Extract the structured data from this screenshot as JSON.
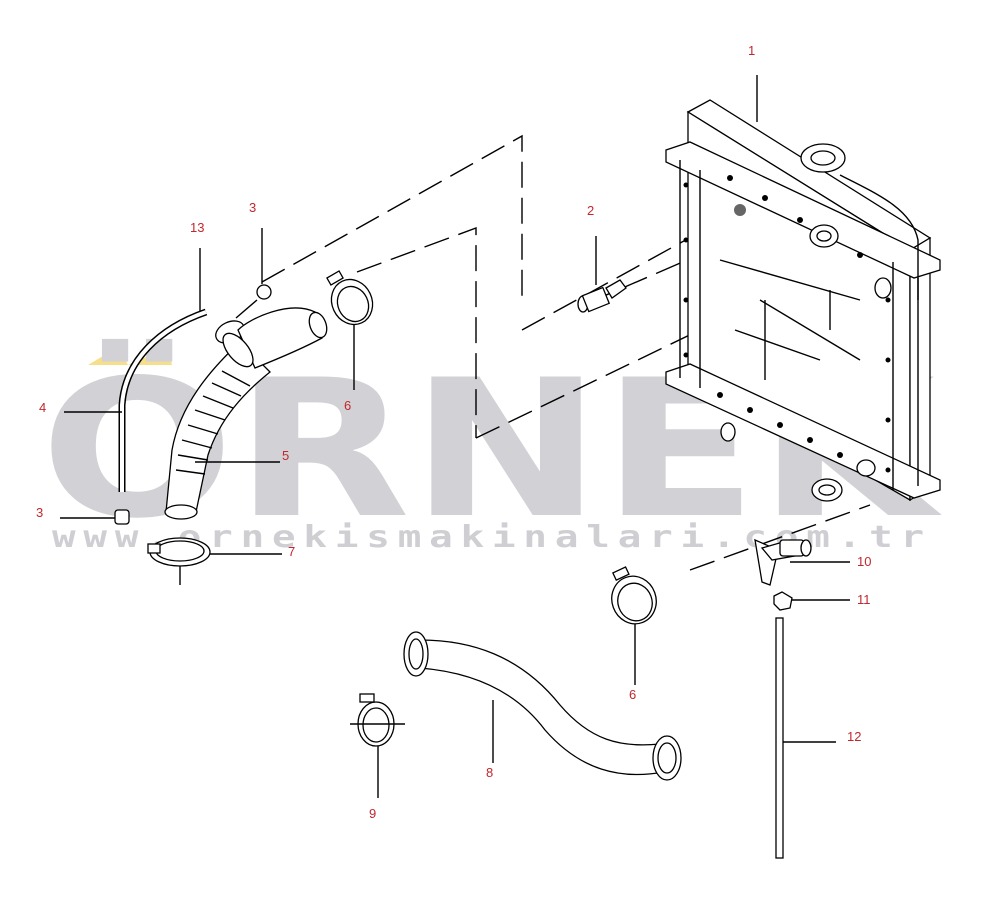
{
  "watermark": {
    "brand": "ÖRNEK",
    "url": "www.ornekismakinalari.com.tr",
    "logo_color": "#f2d25a"
  },
  "callouts": [
    "1",
    "2",
    "3",
    "13",
    "4",
    "3",
    "5",
    "6",
    "7",
    "10",
    "11",
    "6",
    "8",
    "9",
    "12"
  ],
  "colors": {
    "callout": "#c0282d",
    "watermark": "#d2d2d6",
    "line": "#000000"
  }
}
